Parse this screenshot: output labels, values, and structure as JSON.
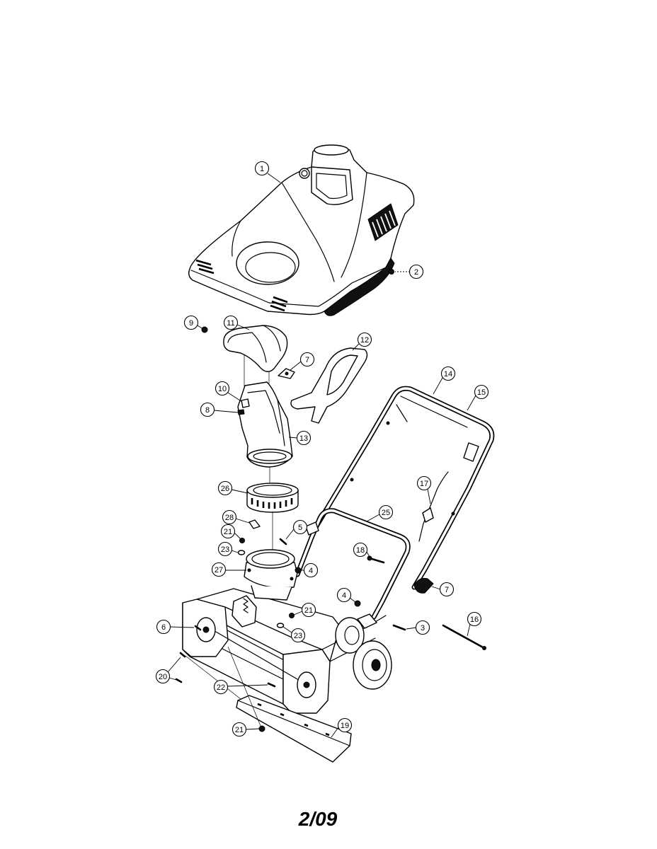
{
  "callouts": [
    "1",
    "2",
    "9",
    "11",
    "12",
    "7",
    "14",
    "15",
    "10",
    "8",
    "13",
    "17",
    "26",
    "25",
    "28",
    "5",
    "21",
    "23",
    "18",
    "27",
    "4",
    "7",
    "4",
    "21",
    "16",
    "6",
    "3",
    "23",
    "20",
    "22",
    "19",
    "21"
  ],
  "footer": {
    "page_number": "2/09"
  },
  "colors": {
    "line": "#000000",
    "background": "#ffffff"
  }
}
